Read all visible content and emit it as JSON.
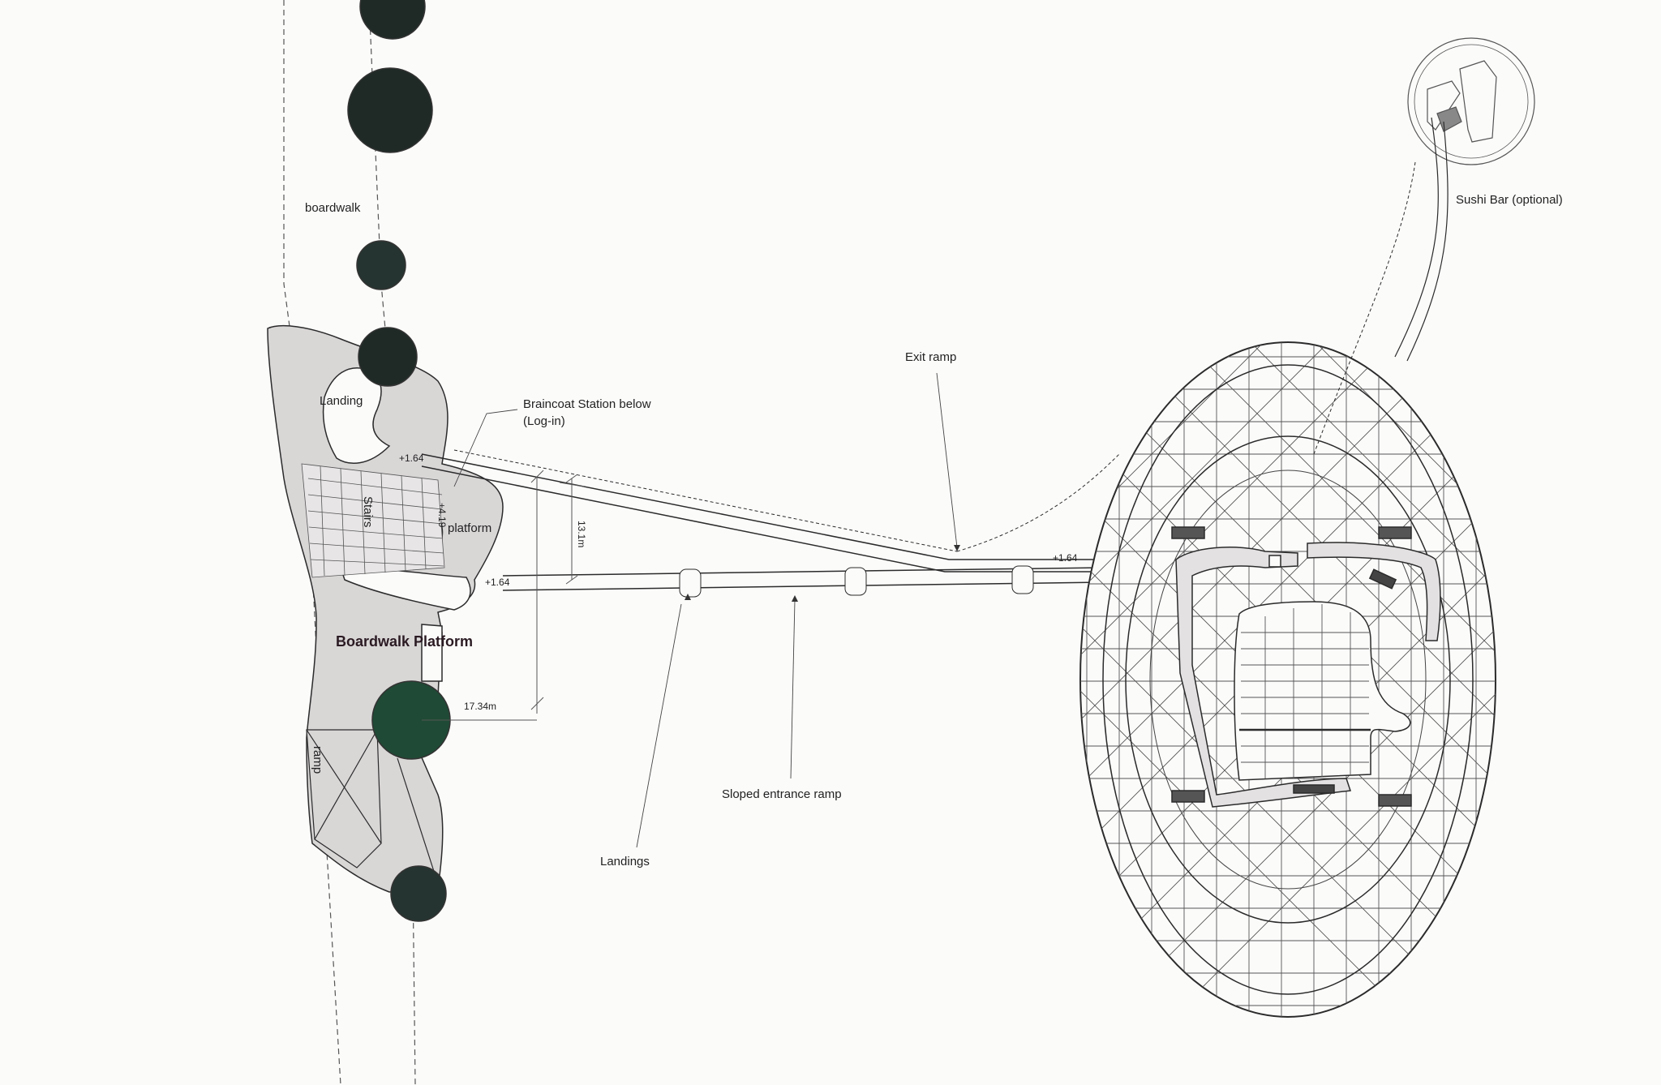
{
  "labels": {
    "boardwalk": "boardwalk",
    "landing": "Landing",
    "braincoat_line1": "Braincoat Station below",
    "braincoat_line2": "(Log-in)",
    "elev_top": "+1.64",
    "stairs": "Stairs",
    "elev_stairs": "+4.19",
    "platform": "platform",
    "dim_vertical": "13.1m",
    "elev_bottom": "+1.64",
    "elev_ramp": "+1.64",
    "boardwalk_platform": "Boardwalk Platform",
    "dim_horizontal": "17.34m",
    "ramp": "ramp",
    "exit_ramp": "Exit ramp",
    "sloped_entrance_ramp": "Sloped entrance ramp",
    "landings": "Landings",
    "sushi_bar": "Sushi Bar (optional)"
  },
  "colors": {
    "tree_dark": "#1f2a26",
    "tree_green": "#1f4a35",
    "platform_fill": "#d9d6d6",
    "line": "#2b2b2b"
  }
}
